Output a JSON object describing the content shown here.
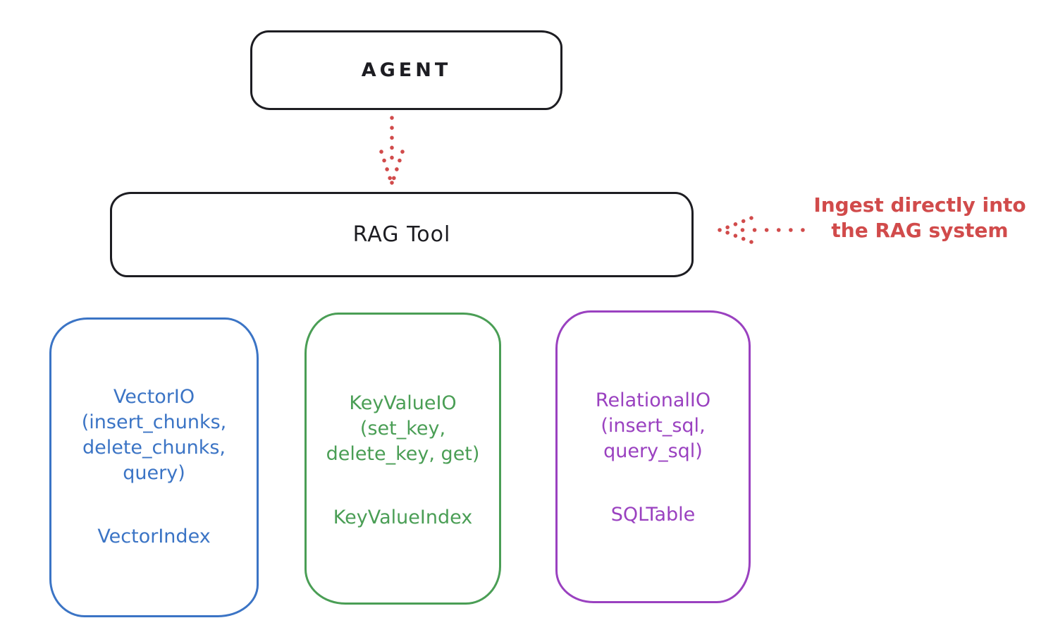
{
  "agent_box": {
    "label": "AGENT"
  },
  "rag_tool_box": {
    "label": "RAG Tool"
  },
  "annotation": {
    "line1": "Ingest directly into",
    "line2": "the RAG system"
  },
  "arrows": [
    {
      "name": "agent-to-rag-tool",
      "style": "dotted",
      "direction": "down",
      "color": "#d14b4b"
    },
    {
      "name": "annotation-to-rag-tool",
      "style": "dotted",
      "direction": "left",
      "color": "#d14b4b"
    }
  ],
  "io_boxes": [
    {
      "name": "vector-io",
      "title_lines": [
        "VectorIO",
        "(insert_chunks,",
        "delete_chunks,",
        "query)"
      ],
      "index_label": "VectorIndex",
      "color": "#3b74c5"
    },
    {
      "name": "keyvalue-io",
      "title_lines": [
        "KeyValueIO",
        "(set_key,",
        "delete_key, get)"
      ],
      "index_label": "KeyValueIndex",
      "color": "#4a9e55"
    },
    {
      "name": "relational-io",
      "title_lines": [
        "RelationalIO",
        "(insert_sql,",
        "query_sql)"
      ],
      "index_label": "SQLTable",
      "color": "#9a41c0"
    }
  ],
  "colors": {
    "stroke_black": "#1d1d22",
    "accent_red": "#d14b4b",
    "blue": "#3b74c5",
    "green": "#4a9e55",
    "purple": "#9a41c0",
    "background": "#ffffff"
  }
}
